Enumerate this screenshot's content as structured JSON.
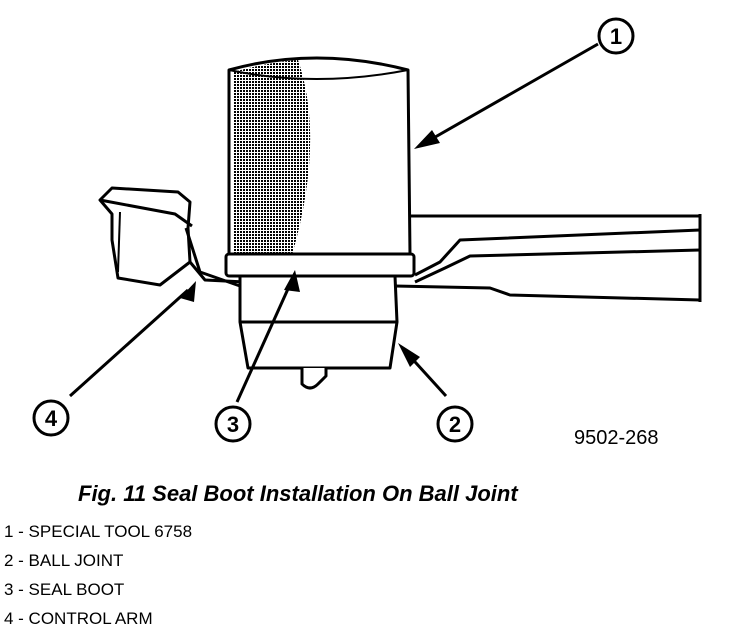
{
  "figure_code": "9502-268",
  "caption": "Fig. 11 Seal Boot Installation On Ball Joint",
  "callouts": [
    {
      "number": "1"
    },
    {
      "number": "2"
    },
    {
      "number": "3"
    },
    {
      "number": "4"
    }
  ],
  "legend": [
    "1 - SPECIAL TOOL 6758",
    "2 - BALL JOINT",
    "3 - SEAL BOOT",
    "4 - CONTROL ARM"
  ]
}
